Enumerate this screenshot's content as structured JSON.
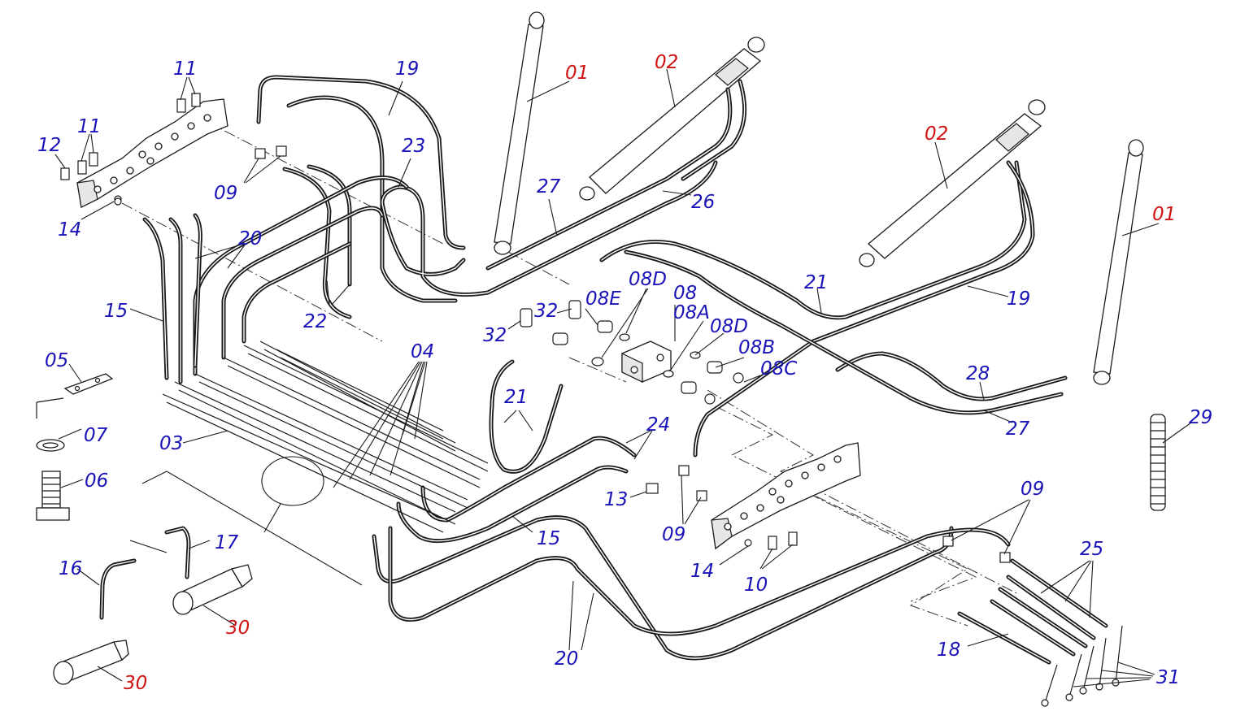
{
  "colors": {
    "label_blue": "#1a14b8",
    "label_red": "#d01414",
    "line": "#1a1a1a"
  },
  "labels": {
    "l01a": "01",
    "l01b": "01",
    "l02a": "02",
    "l02b": "02",
    "l03": "03",
    "l04": "04",
    "l05": "05",
    "l06": "06",
    "l07": "07",
    "l08": "08",
    "l08A": "08A",
    "l08B": "08B",
    "l08C": "08C",
    "l08Da": "08D",
    "l08Db": "08D",
    "l08E": "08E",
    "l09a": "09",
    "l09b": "09",
    "l09c": "09",
    "l10": "10",
    "l11a": "11",
    "l11b": "11",
    "l12": "12",
    "l13": "13",
    "l14a": "14",
    "l14b": "14",
    "l15a": "15",
    "l15b": "15",
    "l16": "16",
    "l17": "17",
    "l18": "18",
    "l19a": "19",
    "l19b": "19",
    "l20a": "20",
    "l20b": "20",
    "l21a": "21",
    "l21b": "21",
    "l22": "22",
    "l23": "23",
    "l24": "24",
    "l25": "25",
    "l26": "26",
    "l27a": "27",
    "l27b": "27",
    "l28": "28",
    "l29": "29",
    "l30a": "30",
    "l30b": "30",
    "l31": "31",
    "l32a": "32",
    "l32b": "32"
  }
}
